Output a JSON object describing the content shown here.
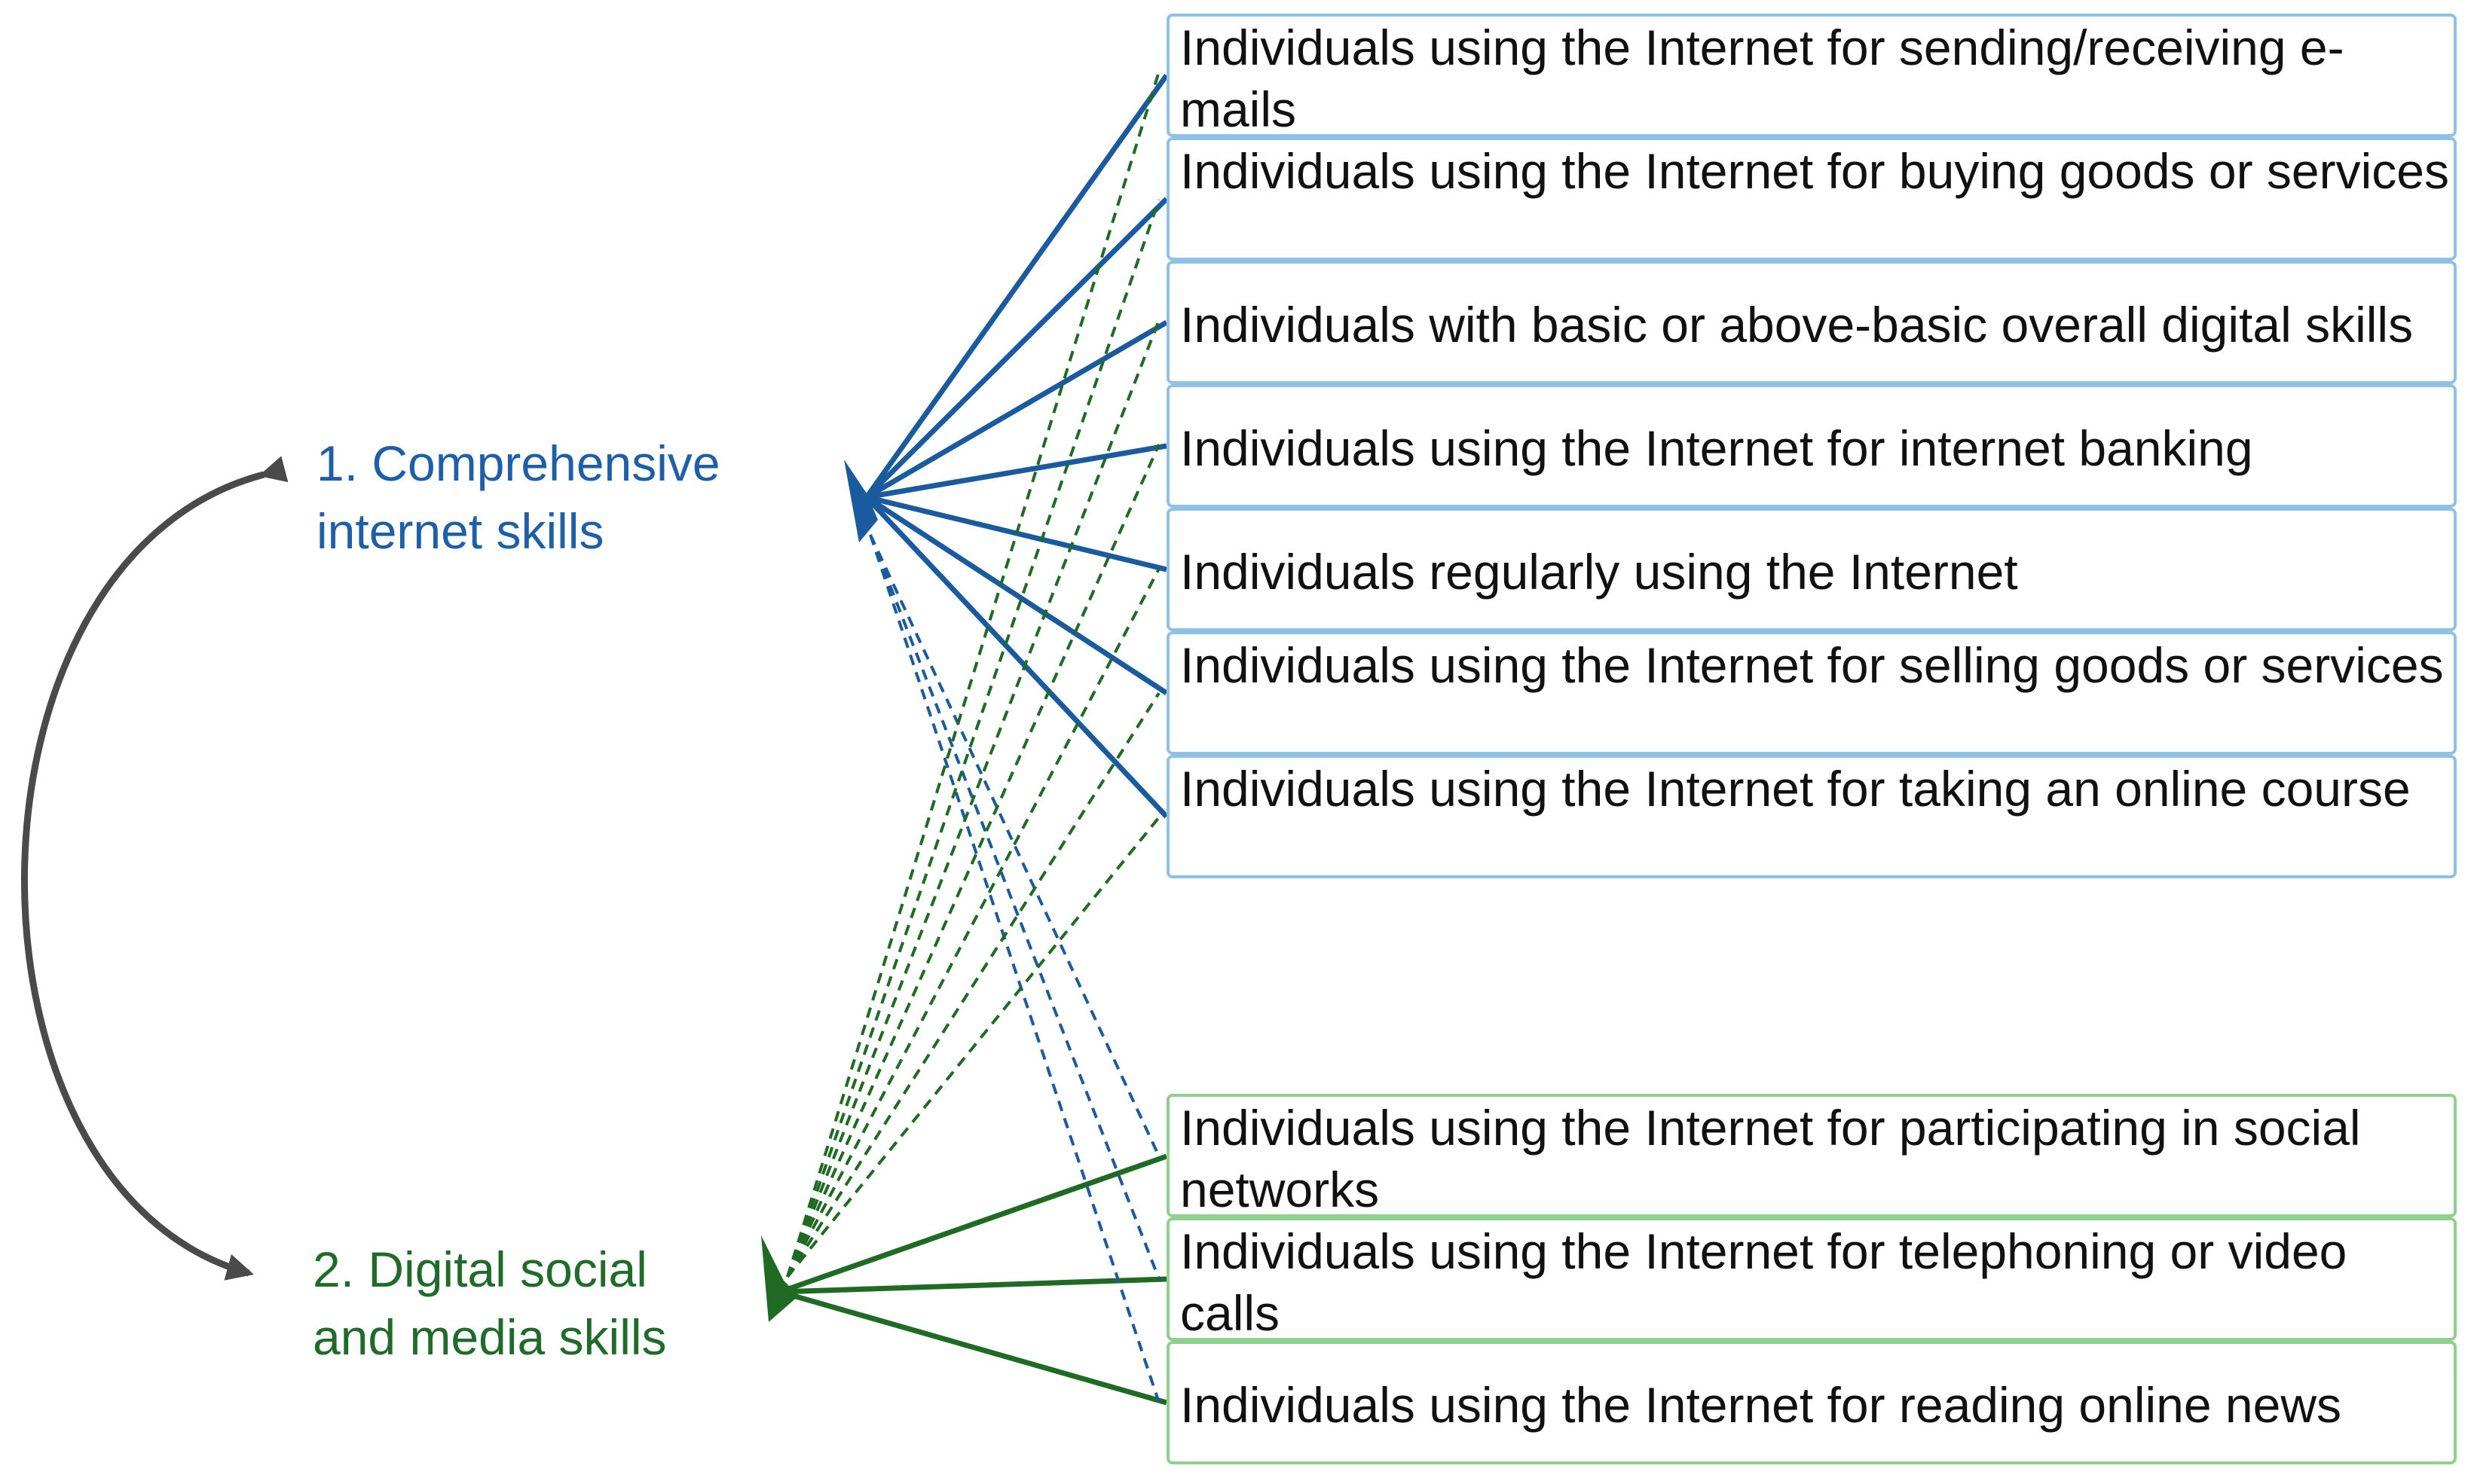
{
  "factors": [
    {
      "label_line1": "1. Comprehensive",
      "label_line2": "internet skills",
      "color": "#1f5fa8"
    },
    {
      "label_line1": "2. Digital social",
      "label_line2": "and media skills",
      "color": "#216b2a"
    }
  ],
  "indicators_group1": [
    {
      "label": "Individuals using the Internet for sending/receiving e-mails"
    },
    {
      "label": "Individuals using the Internet for buying goods or services"
    },
    {
      "label": "Individuals with basic or above-basic overall digital skills"
    },
    {
      "label": "Individuals using the Internet for internet banking"
    },
    {
      "label": "Individuals regularly using the Internet"
    },
    {
      "label": "Individuals using the Internet for selling goods or services"
    },
    {
      "label": "Individuals using the Internet for taking an online course"
    }
  ],
  "indicators_group2": [
    {
      "label": "Individuals using the Internet for participating in social networks"
    },
    {
      "label": "Individuals using the Internet for telephoning or video calls"
    },
    {
      "label": "Individuals using the Internet for reading online news"
    }
  ],
  "colors": {
    "factor1_line": "#1a5a9e",
    "factor2_line": "#1f6b24",
    "group1_border": "#8fc0e6",
    "group2_border": "#8fd08f",
    "correlation_arrow": "#4a4a4a"
  }
}
